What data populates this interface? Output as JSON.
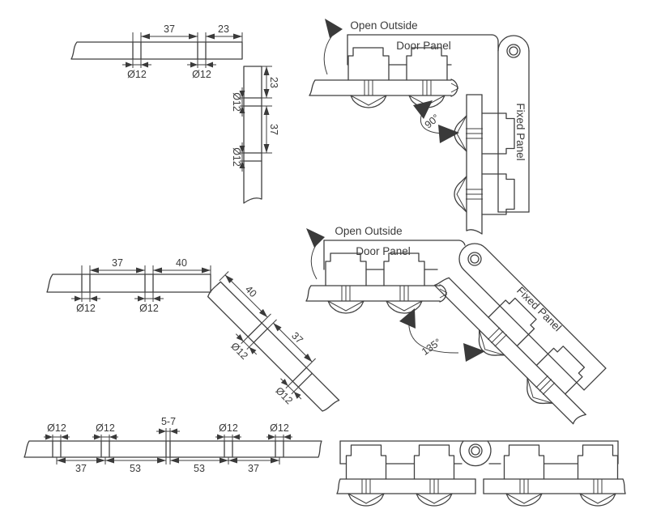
{
  "colors": {
    "line": "#3f3f3f",
    "text": "#3a3a3a",
    "background": "#ffffff"
  },
  "assembly_90": {
    "open_outside": "Open Outside",
    "door_panel": "Door Panel",
    "fixed_panel": "Fixed Panel",
    "angle": "90°"
  },
  "assembly_135": {
    "open_outside": "Open Outside",
    "door_panel": "Door Panel",
    "fixed_panel": "Fixed Panel",
    "angle": "135°"
  },
  "template_door_90": {
    "dia": "Ø12",
    "dim_between": "37",
    "dim_edge": "23"
  },
  "template_fixed_90": {
    "dia": "Ø12",
    "dim_edge": "23",
    "dim_between": "37"
  },
  "template_door_135": {
    "dia": "Ø12",
    "dim_between": "37",
    "dim_edge": "40"
  },
  "template_fixed_135": {
    "dia": "Ø12",
    "dim_edge": "40",
    "dim_between": "37"
  },
  "template_180": {
    "dia": "Ø12",
    "gap": "5-7",
    "dims": [
      "37",
      "53",
      "53",
      "37"
    ]
  }
}
